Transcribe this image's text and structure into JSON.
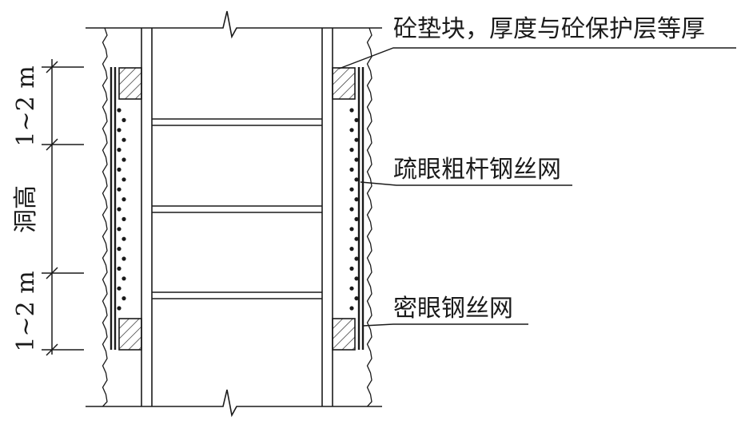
{
  "diagram": {
    "labels": {
      "concrete_pad": "砼垫块，厚度与砼保护层等厚",
      "coarse_mesh": "疏眼粗杆钢丝网",
      "fine_mesh": "密眼钢丝网"
    },
    "dimensions": {
      "upper": "1~2 m",
      "middle": "洞高",
      "lower": "1~2 m"
    },
    "colors": {
      "line": "#1a1a1a",
      "background": "#ffffff"
    }
  }
}
